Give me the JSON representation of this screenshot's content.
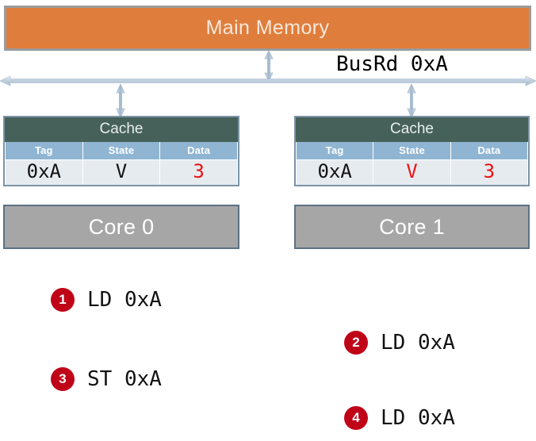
{
  "diagram": {
    "main_memory": {
      "label": "Main Memory",
      "color": "#DF7E3C"
    },
    "bus": {
      "label": "BusRd 0xA",
      "color": "#B7C7D8",
      "icon": "double-headed-arrow-horizontal"
    },
    "connectors": [
      {
        "name": "memory-to-bus",
        "icon": "double-headed-arrow-vertical"
      },
      {
        "name": "bus-to-cache-0",
        "icon": "double-headed-arrow-vertical"
      },
      {
        "name": "bus-to-cache-1",
        "icon": "double-headed-arrow-vertical"
      }
    ],
    "columns": [
      {
        "cache": {
          "title": "Cache",
          "headers": [
            "Tag",
            "State",
            "Data"
          ],
          "row": [
            {
              "value": "0xA",
              "color": "#111111"
            },
            {
              "value": "V",
              "color": "#111111"
            },
            {
              "value": "3",
              "color": "#EE1111"
            }
          ]
        },
        "core": {
          "label": "Core 0",
          "color": "#A6A6A6"
        }
      },
      {
        "cache": {
          "title": "Cache",
          "headers": [
            "Tag",
            "State",
            "Data"
          ],
          "row": [
            {
              "value": "0xA",
              "color": "#111111"
            },
            {
              "value": "V",
              "color": "#EE1111"
            },
            {
              "value": "3",
              "color": "#EE1111"
            }
          ]
        },
        "core": {
          "label": "Core 1",
          "color": "#A6A6A6"
        }
      }
    ],
    "instructions": [
      {
        "number": "1",
        "text": "LD 0xA"
      },
      {
        "number": "2",
        "text": "LD 0xA"
      },
      {
        "number": "3",
        "text": "ST 0xA"
      },
      {
        "number": "4",
        "text": "LD 0xA"
      }
    ],
    "badge_color": "#C00418"
  }
}
